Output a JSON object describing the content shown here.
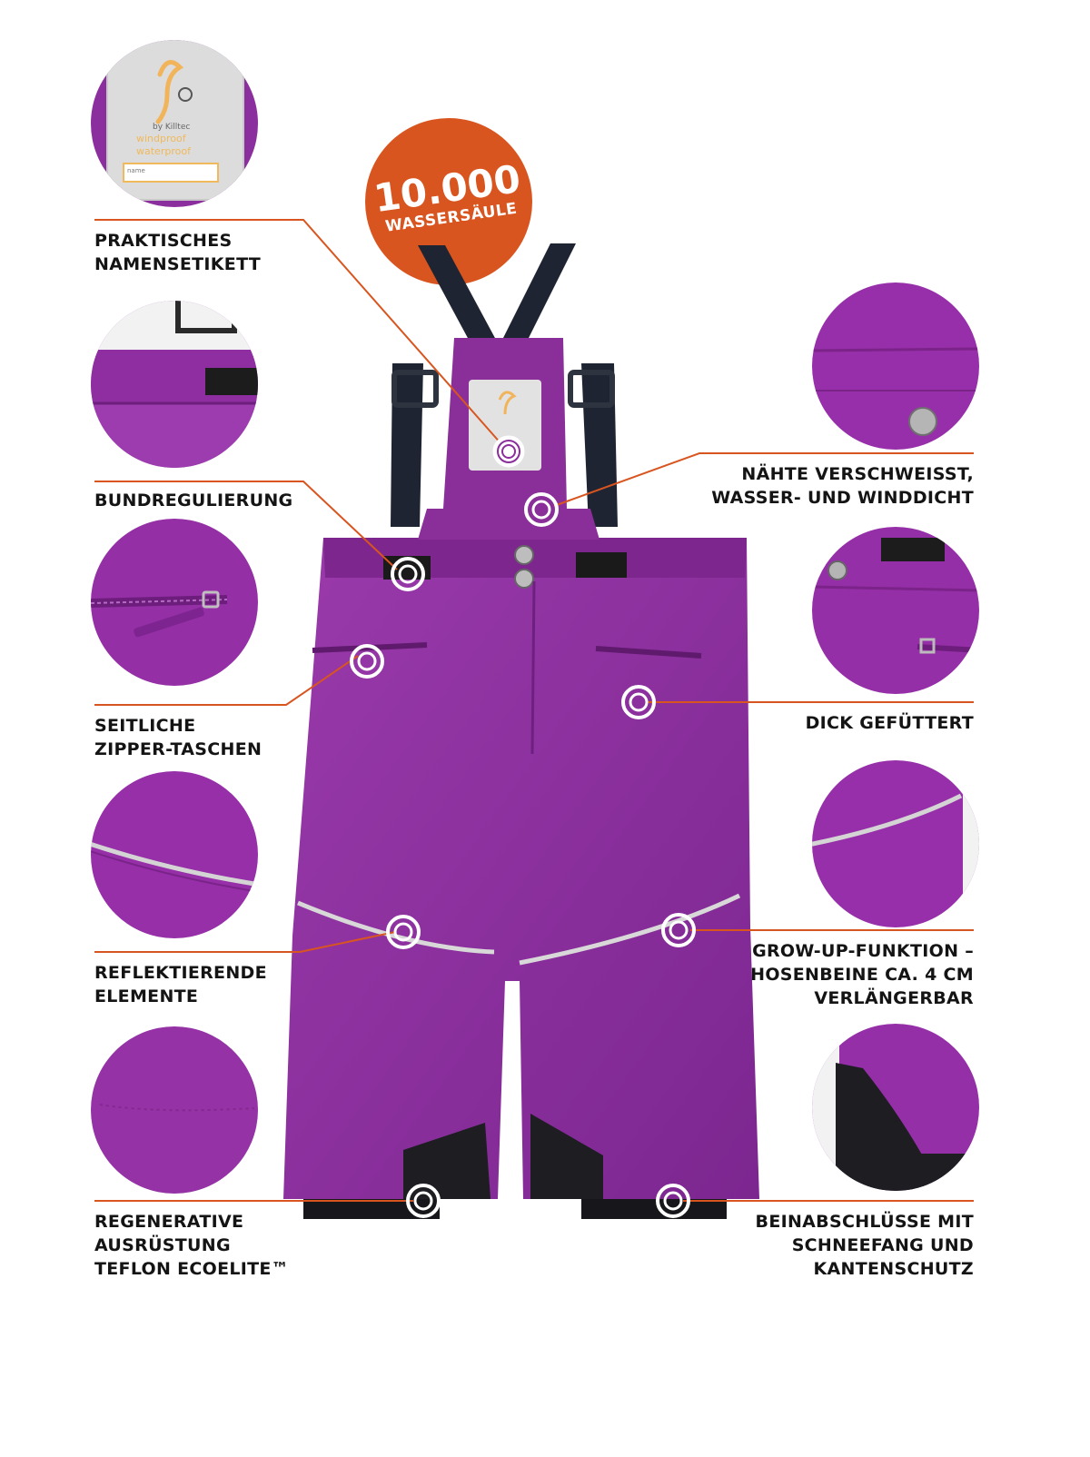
{
  "badge": {
    "value": "10.000",
    "caption": "WASSERSÄULE"
  },
  "label_brand": "by Killtec",
  "label_lines": [
    "windproof",
    "waterproof"
  ],
  "label_name_field": "name",
  "colors": {
    "fabric": "#8a2e9a",
    "fabric_dark": "#6b1f7a",
    "accent": "#d9551f",
    "strap": "#1f2433",
    "reflective": "#d8d8d8"
  },
  "features_left": [
    {
      "lines": [
        "PRAKTISCHES",
        "NAMENSETIKETT"
      ]
    },
    {
      "lines": [
        "BUNDREGULIERUNG"
      ]
    },
    {
      "lines": [
        "SEITLICHE",
        "ZIPPER-TASCHEN"
      ]
    },
    {
      "lines": [
        "REFLEKTIERENDE",
        "ELEMENTE"
      ]
    },
    {
      "lines": [
        "REGENERATIVE",
        "AUSRÜSTUNG",
        "TEFLON ECOELITE™"
      ]
    }
  ],
  "features_right": [
    {
      "lines": [
        "NÄHTE VERSCHWEISST,",
        "WASSER- UND WINDDICHT"
      ]
    },
    {
      "lines": [
        "DICK GEFÜTTERT"
      ]
    },
    {
      "lines": [
        "GROW-UP-FUNKTION –",
        "HOSENBEINE CA. 4 CM",
        "VERLÄNGERBAR"
      ]
    },
    {
      "lines": [
        "BEINABSCHLÜSSE MIT",
        "SCHNEEFANG UND",
        "KANTENSCHUTZ"
      ]
    }
  ]
}
